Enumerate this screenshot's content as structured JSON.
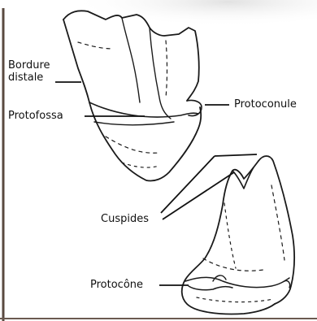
{
  "labels": {
    "bordure_distale_line1": "Bordure",
    "bordure_distale_line2": "distale",
    "protofossa": "Protofossa",
    "protoconule": "Protoconule",
    "cuspides": "Cuspides",
    "protocone": "Protocône"
  },
  "colors": {
    "ink": "#1a1a1a",
    "frame": "#5a4a40",
    "background": "#ffffff"
  }
}
